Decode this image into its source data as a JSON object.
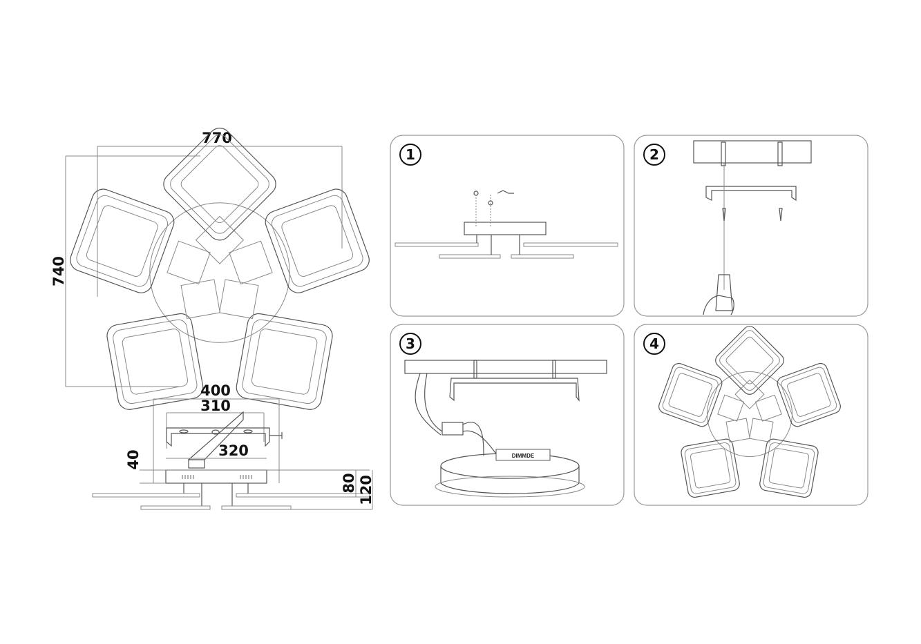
{
  "dimensions": {
    "width": "770",
    "height": "740",
    "plate_width": "400",
    "bracket_width": "310",
    "base_width": "320",
    "base_offset": "40",
    "body_height": "80",
    "total_height": "120"
  },
  "steps": [
    {
      "number": "1"
    },
    {
      "number": "2"
    },
    {
      "number": "3",
      "label": "DIMMDE"
    },
    {
      "number": "4"
    }
  ]
}
